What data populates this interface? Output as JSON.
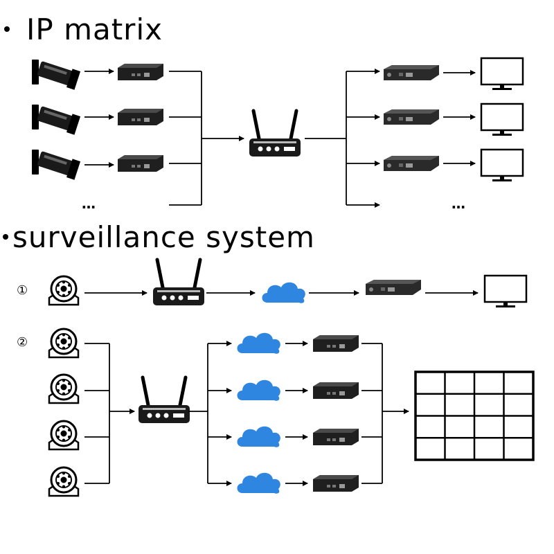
{
  "sections": {
    "ip_matrix": {
      "title": "IP matrix"
    },
    "surveillance": {
      "title": "surveillance system"
    }
  },
  "markers": {
    "one": "①",
    "two": "②"
  },
  "ellipsis": "…",
  "colors": {
    "cloud": "#2f86e0",
    "device": "#1f1f1f",
    "line": "#000000"
  },
  "icons": [
    "camera-icon",
    "encoder-icon",
    "router-icon",
    "decoder-icon",
    "monitor-icon",
    "dome-camera-icon",
    "cloud-icon",
    "video-wall-icon"
  ]
}
